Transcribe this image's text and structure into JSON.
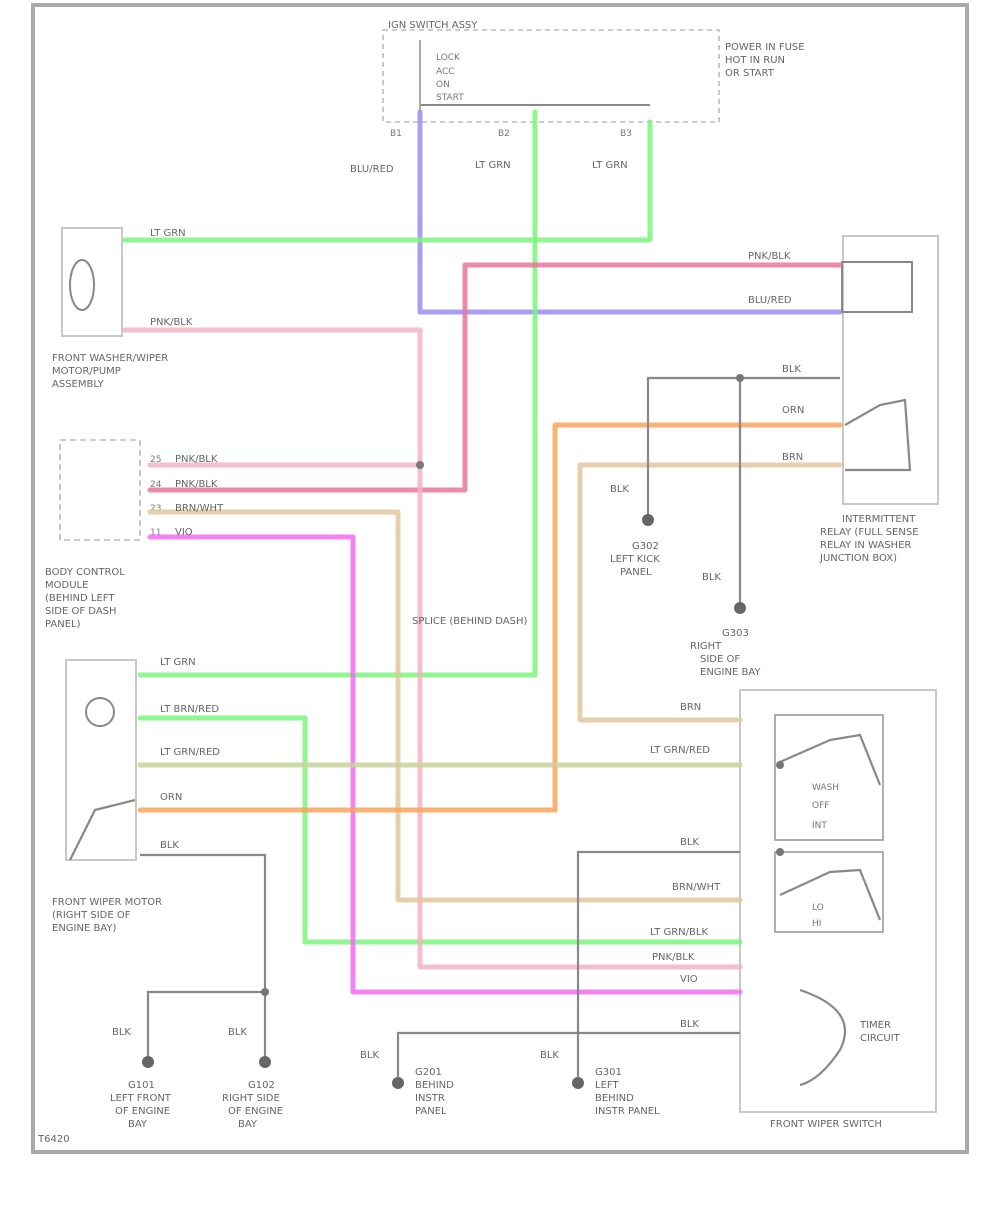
{
  "components": {
    "ignition_switch": {
      "title": "IGN SWITCH ASSY",
      "positions": [
        "LOCK",
        "ACC",
        "ON",
        "START"
      ],
      "note": [
        "POWER IN FUSE",
        "HOT IN RUN",
        "OR START"
      ],
      "pins": [
        "B1",
        "B2",
        "B3"
      ]
    },
    "wiper_motor": {
      "title": [
        "FRONT WASHER/WIPER",
        "MOTOR/PUMP",
        "ASSEMBLY"
      ]
    },
    "body_control": {
      "title": [
        "BODY CONTROL",
        "MODULE",
        "(BEHIND LEFT",
        "SIDE OF DASH",
        "PANEL)"
      ],
      "pins": [
        "25",
        "24",
        "23",
        "11"
      ]
    },
    "washer_pump": {
      "title": [
        "FRONT WIPER MOTOR",
        "(RIGHT SIDE OF",
        "ENGINE BAY)"
      ]
    },
    "relay": {
      "title": [
        "INTERMITTENT",
        "RELAY (FULL SENSE",
        "RELAY IN WASHER",
        "JUNCTION BOX)"
      ]
    },
    "wiper_switch": {
      "title": "FRONT WIPER SWITCH",
      "labels": [
        "WASH",
        "OFF",
        "INT",
        "LO",
        "HI",
        "TIMER",
        "CIRCUIT"
      ]
    },
    "diagram_id": "T6420"
  },
  "wires": {
    "ign_out": [
      "BLU/RED",
      "LT GRN",
      "LT GRN"
    ],
    "relay_in": [
      "PNK/BLK",
      "BLU/RED",
      "BLK",
      "ORN",
      "BRN"
    ],
    "bcm": [
      "PNK/BLK",
      "PNK/BLK",
      "BRN/WHT",
      "VIO"
    ],
    "motor": [
      "LT GRN",
      "PNK/BLK"
    ],
    "pump": [
      "LT GRN",
      "LT BRN/RED",
      "LT GRN/RED",
      "ORN",
      "BLK"
    ],
    "switch": [
      "BRN",
      "LT GRN/RED",
      "BLK",
      "BRN/WHT",
      "LT GRN/BLK",
      "PNK/BLK",
      "VIO",
      "BLK"
    ],
    "splice": "SPLICE (BEHIND DASH)"
  },
  "grounds": {
    "g1": [
      "G101",
      "LEFT FRONT",
      "OF ENGINE",
      "BAY"
    ],
    "g2": [
      "G102",
      "RIGHT SIDE",
      "OF ENGINE",
      "BAY"
    ],
    "g3": [
      "G201",
      "BEHIND",
      "INSTR",
      "PANEL"
    ],
    "g4": [
      "G301",
      "LEFT",
      "BEHIND",
      "INSTR PANEL"
    ],
    "g5": [
      "G302",
      "LEFT KICK",
      "PANEL"
    ],
    "g6": [
      "G303",
      "RIGHT",
      "SIDE OF",
      "ENGINE BAY"
    ]
  },
  "ground_wire_labels": [
    "BLK",
    "BLK",
    "BLK",
    "BLK",
    "BLK",
    "BLK"
  ],
  "colors": {
    "green": "#7cf57c",
    "violet": "#9a8cf2",
    "pink": "#e8779a",
    "lightpink": "#f2b3c2",
    "magenta": "#f26cf2",
    "orange": "#f7a55b",
    "tan": "#e3c79c",
    "olive": "#c8d49a",
    "gray": "#888888"
  }
}
